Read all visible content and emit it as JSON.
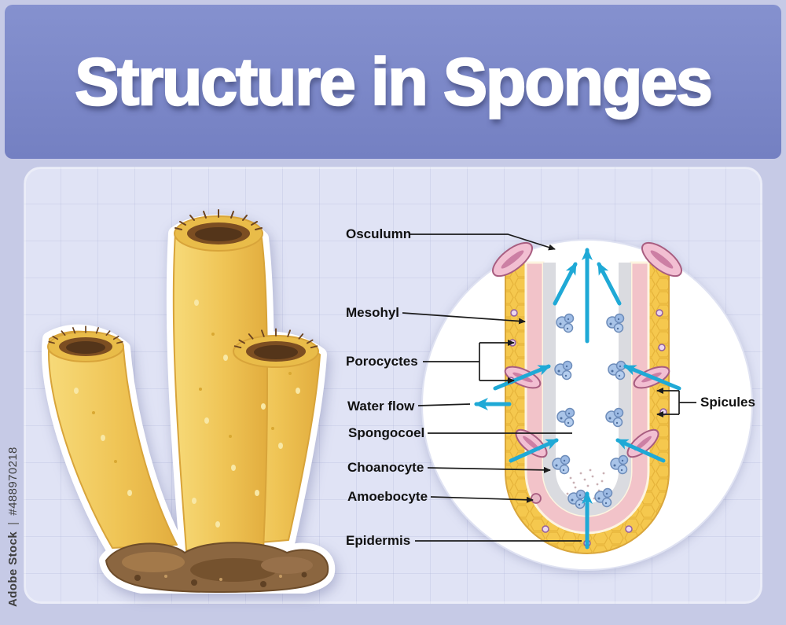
{
  "watermark": {
    "brand": "Adobe Stock",
    "separator": "|",
    "id": "#488970218"
  },
  "header": {
    "title": "Structure in Sponges"
  },
  "diagram": {
    "labels_left": [
      {
        "id": "osculumn",
        "text": "Osculumn"
      },
      {
        "id": "mesohyl",
        "text": "Mesohyl"
      },
      {
        "id": "porocyctes",
        "text": "Porocyctes"
      },
      {
        "id": "water-flow",
        "text": "Water flow"
      },
      {
        "id": "spongocoel",
        "text": "Spongocoel"
      },
      {
        "id": "choanocyte",
        "text": "Choanocyte"
      },
      {
        "id": "amoebocyte",
        "text": "Amoebocyte"
      },
      {
        "id": "epidermis",
        "text": "Epidermis"
      }
    ],
    "labels_right": [
      {
        "id": "spicules",
        "text": "Spicules"
      }
    ]
  },
  "colors": {
    "banner_blue": "#7e89c8",
    "outer_background": "#c6cae6",
    "panel_lavender": "#e0e3f5",
    "sponge_yellow": "#f0c24d",
    "sponge_opening_brown": "#5d3a1b",
    "base_brown": "#8b6640",
    "wall_yellow": "#f5c84e",
    "wall_pink": "#f2c3c9",
    "mesohyl_gray": "#dadbe0",
    "pore_pink": "#f2bfd2",
    "choanocyte_blue": "#a9c4e8",
    "water_arrow_blue": "#1fa9d6",
    "label_text": "#111111",
    "title_text": "#ffffff"
  }
}
